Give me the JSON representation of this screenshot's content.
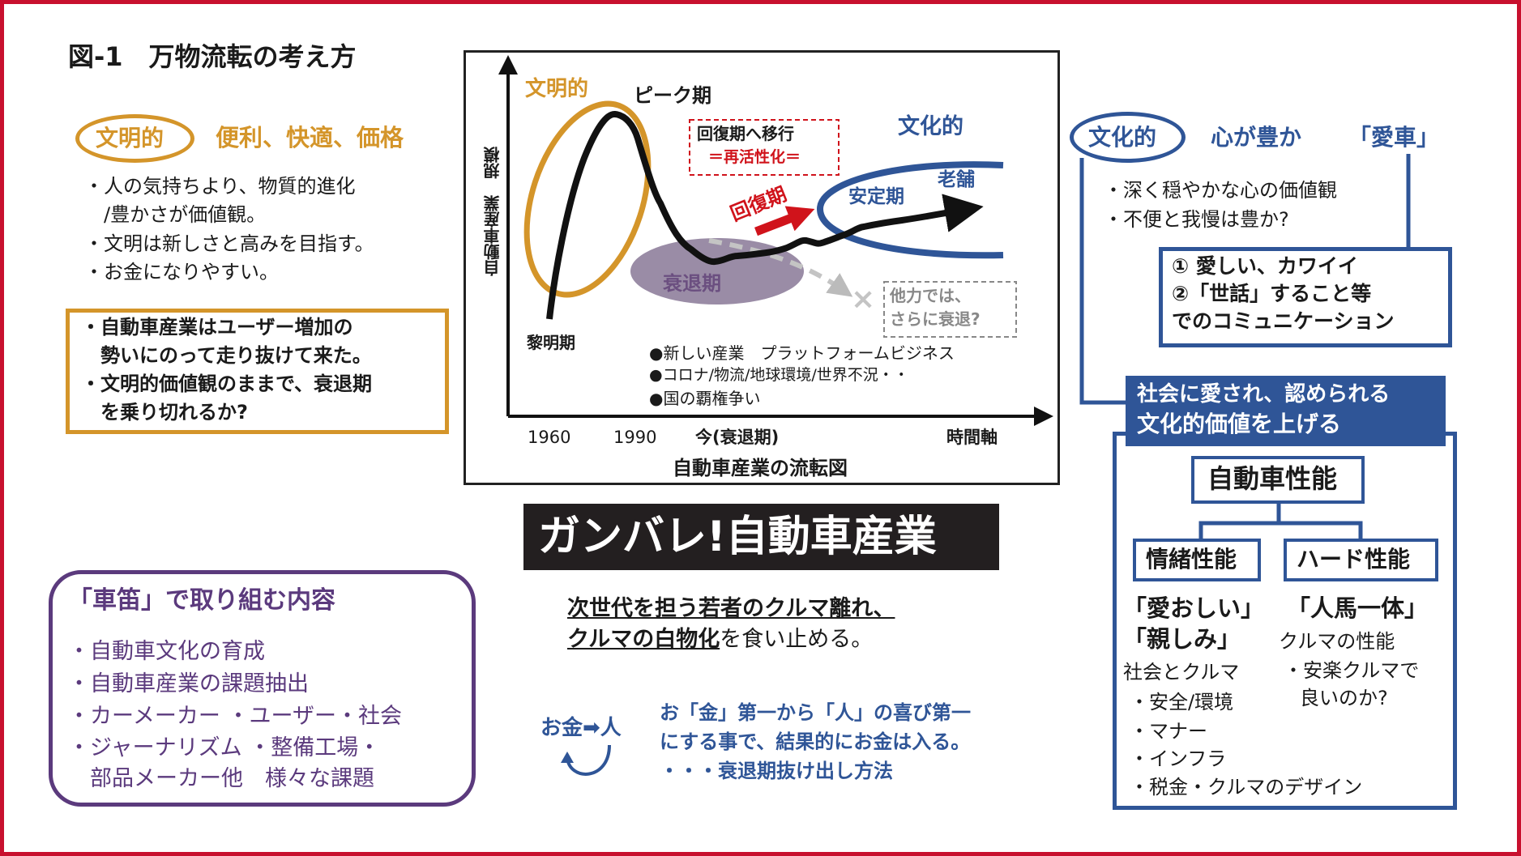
{
  "title": "図-1　万物流転の考え方",
  "left": {
    "tag": "文明的",
    "tagline": "便利、快適、価格",
    "bullets": [
      "・人の気持ちより、物質的進化",
      "　/豊かさが価値観。",
      "・文明は新しさと高みを目指す。",
      "・お金になりやすい。"
    ],
    "box_lines": [
      "・自動車産業はユーザー増加の",
      "　勢いにのって走り抜けて来た。",
      "・文明的価値観のままで、衰退期",
      "　を乗り切れるか?"
    ]
  },
  "chart": {
    "y_label": "自動車産業　規模",
    "civ_label": "文明的",
    "peak_label": "ピーク期",
    "transition_box": [
      "回復期へ移行",
      "＝再活性化＝"
    ],
    "culture_label": "文化的",
    "recovery_label": "回復期",
    "stable_label": "安定期",
    "shinise_label": "老舗",
    "decline_label": "衰退期",
    "other_box": [
      "他力では、",
      "さらに衰退?"
    ],
    "cross": "×",
    "dawn_label": "黎明期",
    "notes": [
      "●新しい産業　プラットフォームビジネス",
      "●コロナ/物流/地球環境/世界不況・・",
      "●国の覇権争い"
    ],
    "ticks": [
      "1960",
      "1990",
      "今(衰退期)",
      "時間軸"
    ],
    "caption": "自動車産業の流転図"
  },
  "banner": "ガンバレ!自動車産業",
  "message": {
    "line1": "次世代を担う若者のクルマ離れ、",
    "line2_underlined": "クルマの白物化",
    "line2_rest": "を食い止める。"
  },
  "money": {
    "icon_text": "お金➡人",
    "lines": [
      "お「金」第一から「人」の喜び第一",
      "にする事で、結果的にお金は入る。",
      "・・・衰退期抜け出し方法"
    ]
  },
  "purple_box": {
    "heading": "「車笛」で取り組む内容",
    "items": [
      "・自動車文化の育成",
      "・自動車産業の課題抽出",
      "・カーメーカー ・ユーザー・社会",
      "・ジャーナリズム ・整備工場・",
      "　部品メーカー他　様々な課題"
    ]
  },
  "right": {
    "tag": "文化的",
    "tagline": "心が豊か",
    "aisha": "「愛車」",
    "bullets": [
      "・深く穏やかな心の価値観",
      "・不便と我慢は豊か?"
    ],
    "box_lines": [
      "① 愛しい、カワイイ",
      "②「世話」すること等",
      "でのコミュニケーション"
    ],
    "banner_lines": [
      "社会に愛され、認められる",
      "文化的価値を上げる"
    ],
    "perf": "自動車性能",
    "emotional": "情緒性能",
    "hard": "ハード性能",
    "emo_items": [
      "「愛おしい」",
      "「親しみ」",
      "社会とクルマ",
      "・安全/環境",
      "・マナー",
      "・インフラ",
      "・税金・クルマのデザイン"
    ],
    "hard_items": [
      "「人馬一体」",
      "クルマの性能",
      "・安楽クルマで",
      "良いのか?"
    ]
  },
  "colors": {
    "frame": "#c8102e",
    "civilization": "#d4952a",
    "culture": "#2f5597",
    "purple": "#5b3a7d"
  }
}
